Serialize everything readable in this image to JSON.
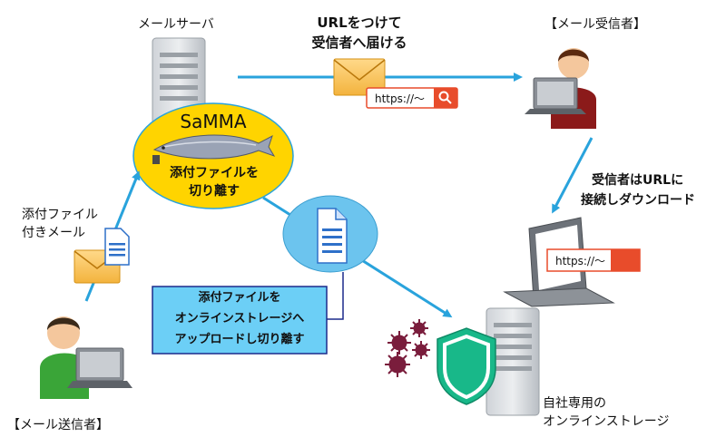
{
  "labels": {
    "mail_server": "メールサーバ",
    "attach_line1": "URLをつけて",
    "attach_line2": "受信者へ届ける",
    "receiver": "【メール受信者】",
    "receiver_connect_1": "受信者はURLに",
    "receiver_connect_2": "接続しダウンロード",
    "samma": "SaMMA",
    "separate_1": "添付ファイルを",
    "separate_2": "切り離す",
    "attach_mail_1": "添付ファイル",
    "attach_mail_2": "付きメール",
    "upload_1": "添付ファイルを",
    "upload_2": "オンラインストレージへ",
    "upload_3": "アップロードし切り離す",
    "sender": "【メール送信者】",
    "storage_1": "自社専用の",
    "storage_2": "オンラインストレージ"
  },
  "url_boxes": {
    "search_url": "https://～",
    "laptop_url": "https://～"
  },
  "colors": {
    "arrow": "#29a3dc",
    "samma_fill": "#ffd400",
    "doc_bubble": "#6cc4ee",
    "upload_box_fill": "#6ccff6",
    "upload_box_border": "#1b2a8c",
    "url_red": "#e84c2b",
    "shield": "#18b889",
    "virus": "#7a1d3c"
  }
}
